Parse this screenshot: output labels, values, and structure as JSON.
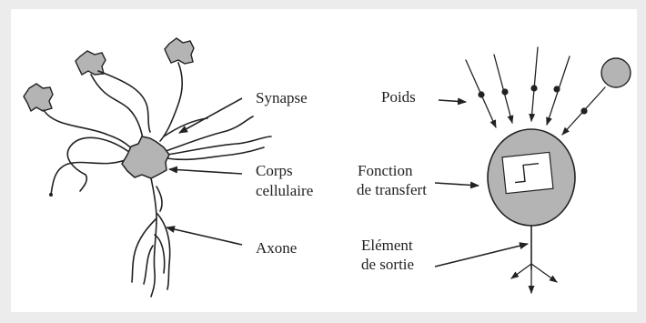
{
  "labels": {
    "synapse": "Synapse",
    "corps_line1": "Corps",
    "corps_line2": "cellulaire",
    "axone": "Axone",
    "poids": "Poids",
    "fonction_line1": "Fonction",
    "fonction_line2": "de transfert",
    "element_line1": "Elément",
    "element_line2": "de sortie"
  },
  "colors": {
    "background": "#ececec",
    "panel": "#ffffff",
    "shape_fill": "#b4b4b4",
    "stroke": "#222222"
  }
}
